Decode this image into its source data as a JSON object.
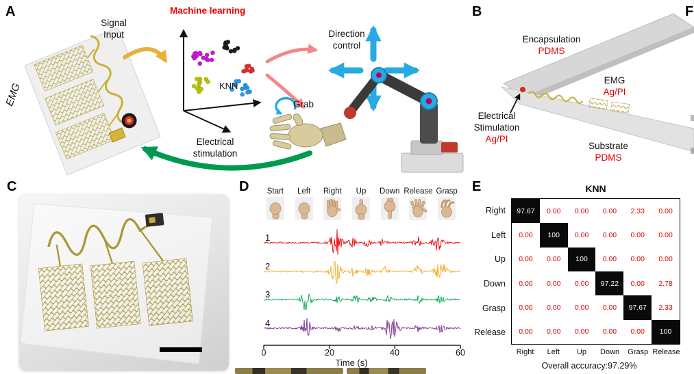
{
  "panelA": {
    "label": "A",
    "emg_axis_label": "EMG",
    "signal_input": "Signal Input",
    "machine_learning": "Machine learning",
    "knn_label": "KNN",
    "direction_control": "Direction control",
    "grab": "Grab",
    "electrical_stimulation": "Electrical stimulation"
  },
  "panelB": {
    "label": "B",
    "encapsulation_title": "Encapsulation",
    "encapsulation_material": "PDMS",
    "emg_title": "EMG",
    "emg_material": "Ag/PI",
    "stimulation_title": "Electrical Stimulation",
    "stimulation_material": "Ag/PI",
    "substrate_title": "Substrate",
    "substrate_material": "PDMS"
  },
  "panelC": {
    "label": "C"
  },
  "panelD": {
    "label": "D",
    "gestures": [
      "Start",
      "Left",
      "Right",
      "Up",
      "Down",
      "Release",
      "Grasp"
    ],
    "channels": [
      "1",
      "2",
      "3",
      "4"
    ],
    "x_ticks": [
      "0",
      "20",
      "40",
      "60"
    ],
    "xlabel": "Time (s)"
  },
  "panelE": {
    "label": "E",
    "title": "KNN",
    "row_labels": [
      "Right",
      "Left",
      "Up",
      "Down",
      "Grasp",
      "Release"
    ],
    "col_labels": [
      "Right",
      "Left",
      "Up",
      "Down",
      "Grasp",
      "Release"
    ],
    "matrix": [
      [
        "97.67",
        "0.00",
        "0.00",
        "0.00",
        "2.33",
        "0.00"
      ],
      [
        "0.00",
        "100",
        "0.00",
        "0.00",
        "0.00",
        "0.00"
      ],
      [
        "0.00",
        "0.00",
        "100",
        "0.00",
        "0.00",
        "0.00"
      ],
      [
        "0.00",
        "0.00",
        "0.00",
        "97.22",
        "0.00",
        "2.78"
      ],
      [
        "0.00",
        "0.00",
        "0.00",
        "0.00",
        "97.67",
        "2.33"
      ],
      [
        "0.00",
        "0.00",
        "0.00",
        "0.00",
        "0.00",
        "100"
      ]
    ],
    "overall_accuracy": "Overall accuracy:97.29%"
  },
  "panelF": {
    "label": "F"
  },
  "colors": {
    "accent_red": "#e60000",
    "arrow_blue": "#29abe2",
    "arrow_green": "#009a4e",
    "arrow_pink": "#f4858a",
    "arrow_yellow": "#e8b23a",
    "gold": "#b3a23f",
    "trace_red": "#e50000",
    "trace_amber": "#f5a623",
    "trace_green": "#00a550",
    "trace_purple": "#7b2d8e"
  },
  "chart_data": [
    {
      "id": "emg_traces",
      "type": "line",
      "title": "Multichannel EMG signals during hand gestures",
      "xlabel": "Time (s)",
      "x_range": [
        0,
        60
      ],
      "x_ticks": [
        0,
        20,
        40,
        60
      ],
      "channels": [
        {
          "name": "1",
          "color": "#e50000",
          "bursts": [
            {
              "t": 22,
              "a": 21,
              "w": 1.6
            },
            {
              "t": 27,
              "a": 8,
              "w": 1.1
            },
            {
              "t": 31.5,
              "a": 6,
              "w": 1.0
            },
            {
              "t": 36.5,
              "a": 6,
              "w": 1.0
            },
            {
              "t": 47,
              "a": 10,
              "w": 1.2
            },
            {
              "t": 53,
              "a": 12,
              "w": 1.5
            }
          ]
        },
        {
          "name": "2",
          "color": "#f5a623",
          "bursts": [
            {
              "t": 22,
              "a": 17,
              "w": 1.6
            },
            {
              "t": 27.5,
              "a": 8,
              "w": 1.1
            },
            {
              "t": 32,
              "a": 7,
              "w": 1.0
            },
            {
              "t": 37,
              "a": 7,
              "w": 1.0
            },
            {
              "t": 47,
              "a": 9,
              "w": 1.2
            },
            {
              "t": 54,
              "a": 15,
              "w": 1.7
            }
          ]
        },
        {
          "name": "3",
          "color": "#00a550",
          "bursts": [
            {
              "t": 13,
              "a": 19,
              "w": 1.4
            },
            {
              "t": 22.5,
              "a": 6,
              "w": 1.0
            },
            {
              "t": 28,
              "a": 6,
              "w": 1.0
            },
            {
              "t": 33,
              "a": 5,
              "w": 1.0
            },
            {
              "t": 38,
              "a": 5,
              "w": 1.0
            },
            {
              "t": 47,
              "a": 6,
              "w": 1.0
            },
            {
              "t": 54,
              "a": 7,
              "w": 1.2
            }
          ]
        },
        {
          "name": "4",
          "color": "#7b2d8e",
          "bursts": [
            {
              "t": 13,
              "a": 15,
              "w": 1.4
            },
            {
              "t": 23,
              "a": 5,
              "w": 1.0
            },
            {
              "t": 28,
              "a": 4,
              "w": 1.0
            },
            {
              "t": 33,
              "a": 4,
              "w": 1.0
            },
            {
              "t": 39,
              "a": 21,
              "w": 1.8
            },
            {
              "t": 47,
              "a": 6,
              "w": 1.0
            },
            {
              "t": 54,
              "a": 6,
              "w": 1.2
            }
          ]
        }
      ]
    },
    {
      "id": "knn_confusion",
      "type": "heatmap",
      "title": "KNN",
      "rows": [
        "Right",
        "Left",
        "Up",
        "Down",
        "Grasp",
        "Release"
      ],
      "cols": [
        "Right",
        "Left",
        "Up",
        "Down",
        "Grasp",
        "Release"
      ],
      "values": [
        [
          97.67,
          0,
          0,
          0,
          2.33,
          0
        ],
        [
          0,
          100,
          0,
          0,
          0,
          0
        ],
        [
          0,
          0,
          100,
          0,
          0,
          0
        ],
        [
          0,
          0,
          0,
          97.22,
          0,
          2.78
        ],
        [
          0,
          0,
          0,
          0,
          97.67,
          2.33
        ],
        [
          0,
          0,
          0,
          0,
          0,
          100
        ]
      ],
      "annotation": "Overall accuracy:97.29%"
    }
  ]
}
